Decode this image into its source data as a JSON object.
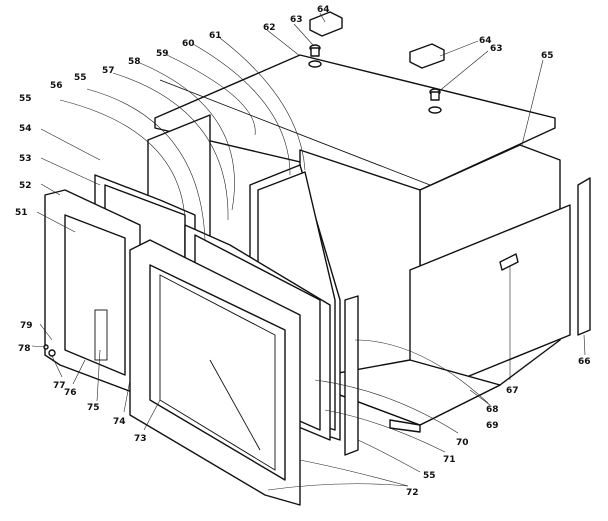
{
  "parts": [
    {
      "id": "p64a",
      "label": "64"
    },
    {
      "id": "p64b",
      "label": "64"
    },
    {
      "id": "p63a",
      "label": "63"
    },
    {
      "id": "p63b",
      "label": "63"
    },
    {
      "id": "p62",
      "label": "62"
    },
    {
      "id": "p61",
      "label": "61"
    },
    {
      "id": "p60",
      "label": "60"
    },
    {
      "id": "p59",
      "label": "59"
    },
    {
      "id": "p58",
      "label": "58"
    },
    {
      "id": "p57",
      "label": "57"
    },
    {
      "id": "p56",
      "label": "56"
    },
    {
      "id": "p55a",
      "label": "55"
    },
    {
      "id": "p55b",
      "label": "55"
    },
    {
      "id": "p55c",
      "label": "55"
    },
    {
      "id": "p54",
      "label": "54"
    },
    {
      "id": "p53",
      "label": "53"
    },
    {
      "id": "p52",
      "label": "52"
    },
    {
      "id": "p51",
      "label": "51"
    },
    {
      "id": "p65",
      "label": "65"
    },
    {
      "id": "p66",
      "label": "66"
    },
    {
      "id": "p67",
      "label": "67"
    },
    {
      "id": "p68",
      "label": "68"
    },
    {
      "id": "p69",
      "label": "69"
    },
    {
      "id": "p70",
      "label": "70"
    },
    {
      "id": "p71",
      "label": "71"
    },
    {
      "id": "p72",
      "label": "72"
    },
    {
      "id": "p73",
      "label": "73"
    },
    {
      "id": "p74",
      "label": "74"
    },
    {
      "id": "p75",
      "label": "75"
    },
    {
      "id": "p76",
      "label": "76"
    },
    {
      "id": "p77",
      "label": "77"
    },
    {
      "id": "p78",
      "label": "78"
    },
    {
      "id": "p79",
      "label": "79"
    }
  ]
}
